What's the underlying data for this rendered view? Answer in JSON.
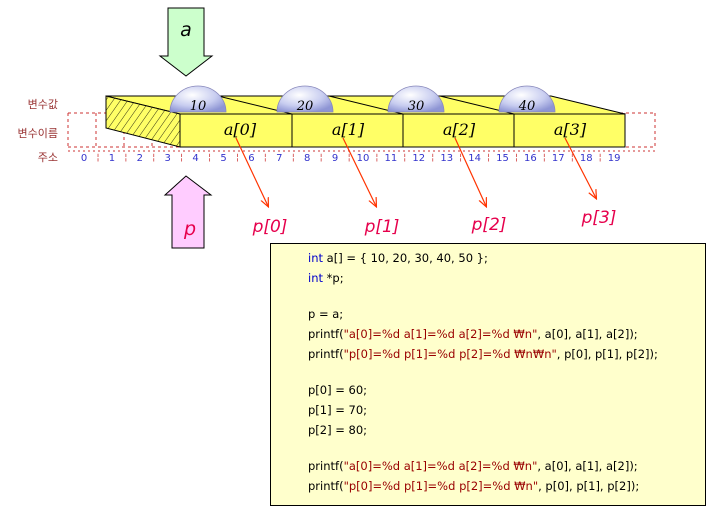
{
  "labels": {
    "value": "변수값",
    "name": "변수이름",
    "address": "주소"
  },
  "arrays": {
    "a_label": "a",
    "p_label": "p"
  },
  "values": [
    "10",
    "20",
    "30",
    "40"
  ],
  "names": [
    "a[0]",
    "a[1]",
    "a[2]",
    "a[3]"
  ],
  "pointers": [
    "p[0]",
    "p[1]",
    "p[2]",
    "p[3]"
  ],
  "addresses": [
    "0",
    "1",
    "2",
    "3",
    "4",
    "5",
    "6",
    "7",
    "8",
    "9",
    "10",
    "11",
    "12",
    "13",
    "14",
    "15",
    "16",
    "17",
    "18",
    "19"
  ],
  "colors": {
    "block": "#ffff66",
    "a_arrow": "#ccffcc",
    "p_arrow": "#ffccff",
    "pointer_text": "#e6004c",
    "arrow_line": "#ff3300",
    "address_text": "#3333cc",
    "label_text": "#993333"
  },
  "code": [
    {
      "parts": [
        {
          "t": "int",
          "k": "kw"
        },
        {
          "t": " a[] = { 10, 20, 30, 40, 50 };",
          "k": ""
        }
      ]
    },
    {
      "parts": [
        {
          "t": "int",
          "k": "kw"
        },
        {
          "t": " *p;",
          "k": ""
        }
      ]
    },
    {
      "parts": []
    },
    {
      "parts": [
        {
          "t": "p = a;",
          "k": ""
        }
      ]
    },
    {
      "parts": [
        {
          "t": "printf(",
          "k": ""
        },
        {
          "t": "\"a[0]=%d a[1]=%d a[2]=%d ₩n\"",
          "k": "str"
        },
        {
          "t": ", a[0], a[1], a[2]);",
          "k": ""
        }
      ]
    },
    {
      "parts": [
        {
          "t": "printf(",
          "k": ""
        },
        {
          "t": "\"p[0]=%d p[1]=%d p[2]=%d ₩n₩n\"",
          "k": "str"
        },
        {
          "t": ", p[0], p[1], p[2]);",
          "k": ""
        }
      ]
    },
    {
      "parts": []
    },
    {
      "parts": [
        {
          "t": "p[0] = 60;",
          "k": ""
        }
      ]
    },
    {
      "parts": [
        {
          "t": "p[1] = 70;",
          "k": ""
        }
      ]
    },
    {
      "parts": [
        {
          "t": "p[2] = 80;",
          "k": ""
        }
      ]
    },
    {
      "parts": []
    },
    {
      "parts": [
        {
          "t": "printf(",
          "k": ""
        },
        {
          "t": "\"a[0]=%d a[1]=%d a[2]=%d ₩n\"",
          "k": "str"
        },
        {
          "t": ", a[0], a[1], a[2]);",
          "k": ""
        }
      ]
    },
    {
      "parts": [
        {
          "t": "printf(",
          "k": ""
        },
        {
          "t": "\"p[0]=%d p[1]=%d p[2]=%d ₩n\"",
          "k": "str"
        },
        {
          "t": ", p[0], p[1], p[2]);",
          "k": ""
        }
      ]
    }
  ]
}
